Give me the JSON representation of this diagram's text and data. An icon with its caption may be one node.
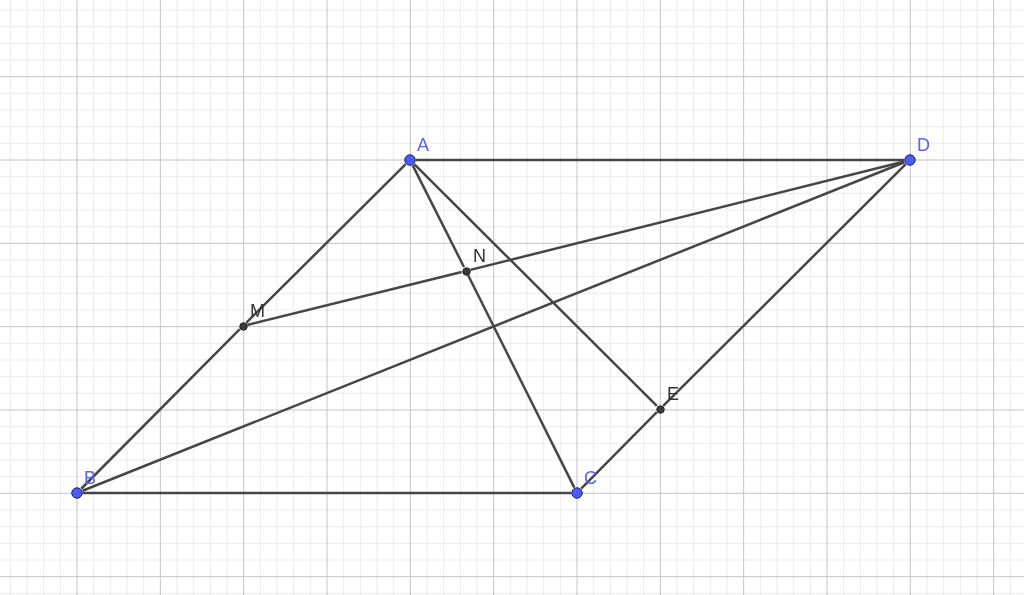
{
  "diagram": {
    "nodes": [
      {
        "text": [
          "A"
        ]
      },
      {
        "text": [
          "D"
        ]
      },
      {
        "text": [
          "N"
        ]
      },
      {
        "text": [
          "M"
        ]
      },
      {
        "text": [
          "E"
        ]
      },
      {
        "text": [
          "B"
        ]
      },
      {
        "text": [
          "C"
        ]
      }
    ],
    "edges": [
      {
        "from": 0,
        "to": 1,
        "arrow": "none"
      },
      {
        "from": 0,
        "to": 3,
        "arrow": "none"
      },
      {
        "from": 3,
        "to": 5,
        "arrow": "none"
      },
      {
        "from": 5,
        "to": 6,
        "arrow": "none"
      },
      {
        "from": 6,
        "to": 4,
        "arrow": "none"
      },
      {
        "from": 4,
        "to": 1,
        "arrow": "none"
      },
      {
        "from": 5,
        "to": 1,
        "arrow": "none"
      },
      {
        "from": 0,
        "to": 2,
        "arrow": "none"
      },
      {
        "from": 2,
        "to": 6,
        "arrow": "none"
      },
      {
        "from": 3,
        "to": 2,
        "arrow": "none"
      },
      {
        "from": 2,
        "to": 1,
        "arrow": "none"
      },
      {
        "from": 0,
        "to": 4,
        "arrow": "none"
      }
    ]
  }
}
